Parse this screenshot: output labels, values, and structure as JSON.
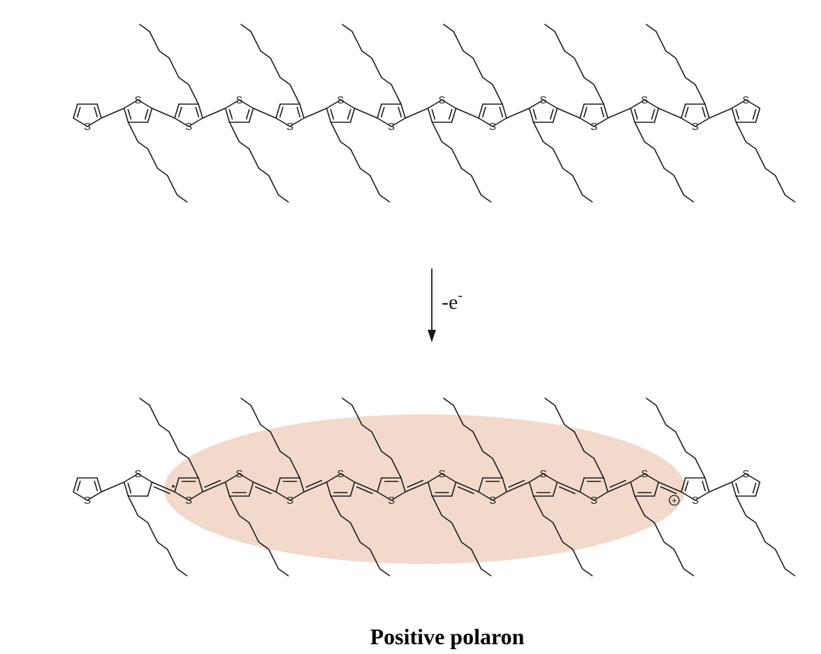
{
  "atoms": {
    "sulfur": "S",
    "plus": "+"
  },
  "arrow": {
    "label": "-e",
    "superscript": "-"
  },
  "caption": "Positive polaron",
  "colors": {
    "polaron_highlight": "#f2d9cb",
    "bond": "#1a1a1a"
  },
  "top_chain": {
    "ring_count": 14,
    "form": "aromatic"
  },
  "bottom_chain": {
    "ring_count": 14,
    "form": "quinoid segment with radical and cation"
  }
}
